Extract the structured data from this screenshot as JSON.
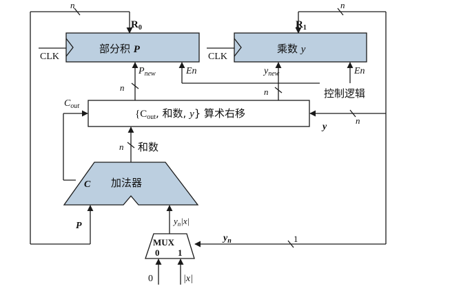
{
  "registers": {
    "r0": {
      "name": "R",
      "sub": "0",
      "label": "部分积 ",
      "label_var": "P"
    },
    "r1": {
      "name": "R",
      "sub": "1",
      "label": "乘数 ",
      "label_var": "y"
    }
  },
  "clk_label": "CLK",
  "bus_width": "n",
  "signals": {
    "p_new": "P",
    "p_new_sub": "new",
    "y_new": "y",
    "y_new_sub": "new",
    "en": "En",
    "c_out": "C",
    "c_out_sub": "out",
    "p": "P",
    "y": "y",
    "c": "C",
    "y_n": "y",
    "y_n_sub": "n",
    "one": "1"
  },
  "shifter": {
    "prefix": "{C",
    "sub": "out",
    "mid": ", 和数, ",
    "var": "y",
    "suffix": "} 算术右移"
  },
  "control_logic": "控制逻辑",
  "sum_label": "和数",
  "adder_label": "加法器",
  "mux": {
    "title": "MUX",
    "in0": "0",
    "in1": "1",
    "out_label": "y",
    "out_label_sub": "n",
    "out_label_rest": "|x|"
  },
  "inputs": {
    "zero": "0",
    "absx": "|x|"
  }
}
